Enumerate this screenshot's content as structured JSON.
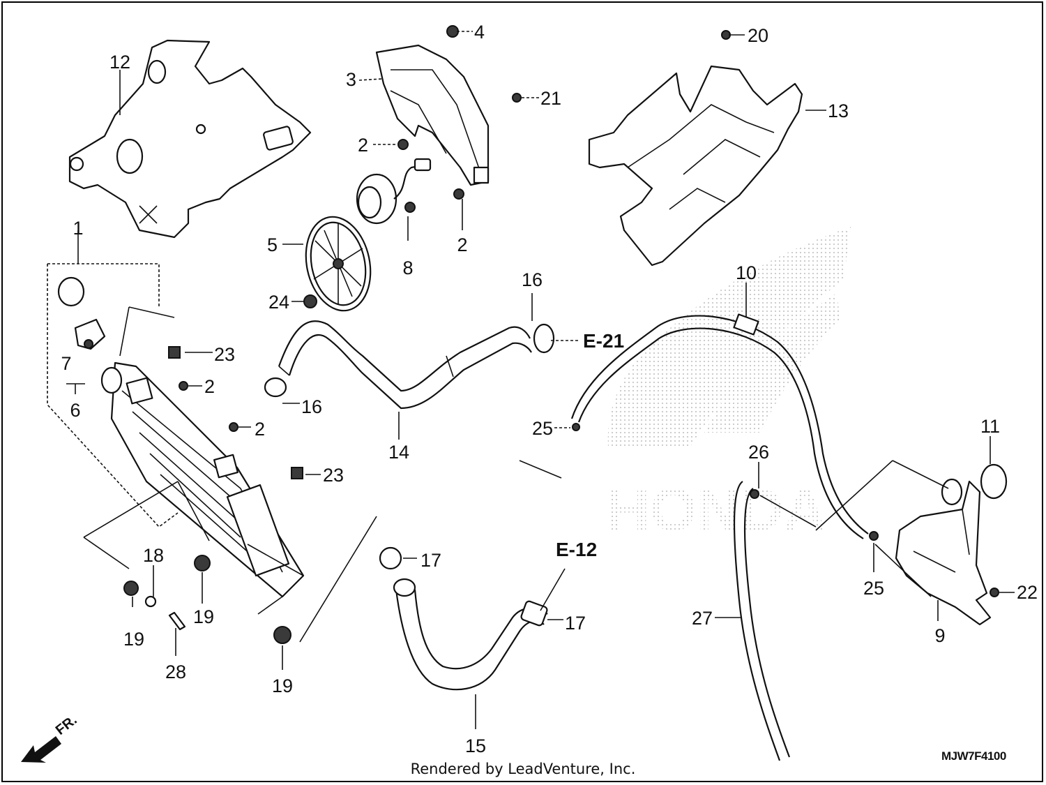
{
  "callouts": [
    {
      "id": "c12",
      "label": "12"
    },
    {
      "id": "c4",
      "label": "4"
    },
    {
      "id": "c3",
      "label": "3"
    },
    {
      "id": "c21",
      "label": "21"
    },
    {
      "id": "c20",
      "label": "20"
    },
    {
      "id": "c13",
      "label": "13"
    },
    {
      "id": "c2a",
      "label": "2"
    },
    {
      "id": "c2b",
      "label": "2"
    },
    {
      "id": "c1",
      "label": "1"
    },
    {
      "id": "c5",
      "label": "5"
    },
    {
      "id": "c8",
      "label": "8"
    },
    {
      "id": "c24",
      "label": "24"
    },
    {
      "id": "c16a",
      "label": "16"
    },
    {
      "id": "c10",
      "label": "10"
    },
    {
      "id": "c7",
      "label": "7"
    },
    {
      "id": "c6",
      "label": "6"
    },
    {
      "id": "c23a",
      "label": "23"
    },
    {
      "id": "c2c",
      "label": "2"
    },
    {
      "id": "c16b",
      "label": "16"
    },
    {
      "id": "c2d",
      "label": "2"
    },
    {
      "id": "c14",
      "label": "14"
    },
    {
      "id": "c25a",
      "label": "25"
    },
    {
      "id": "c11",
      "label": "11"
    },
    {
      "id": "c26",
      "label": "26"
    },
    {
      "id": "c23b",
      "label": "23"
    },
    {
      "id": "c17a",
      "label": "17"
    },
    {
      "id": "c18",
      "label": "18"
    },
    {
      "id": "c19a",
      "label": "19"
    },
    {
      "id": "c19b",
      "label": "19"
    },
    {
      "id": "c28",
      "label": "28"
    },
    {
      "id": "c19c",
      "label": "19"
    },
    {
      "id": "c17b",
      "label": "17"
    },
    {
      "id": "c15",
      "label": "15"
    },
    {
      "id": "c27",
      "label": "27"
    },
    {
      "id": "c25b",
      "label": "25"
    },
    {
      "id": "c22",
      "label": "22"
    },
    {
      "id": "c9",
      "label": "9"
    }
  ],
  "refs": {
    "e21": "E-21",
    "e12": "E-12"
  },
  "direction_label": "FR.",
  "watermark_text": "HONDA",
  "diagram_code": "MJW7F4100",
  "footer": "Rendered by LeadVenture, Inc."
}
